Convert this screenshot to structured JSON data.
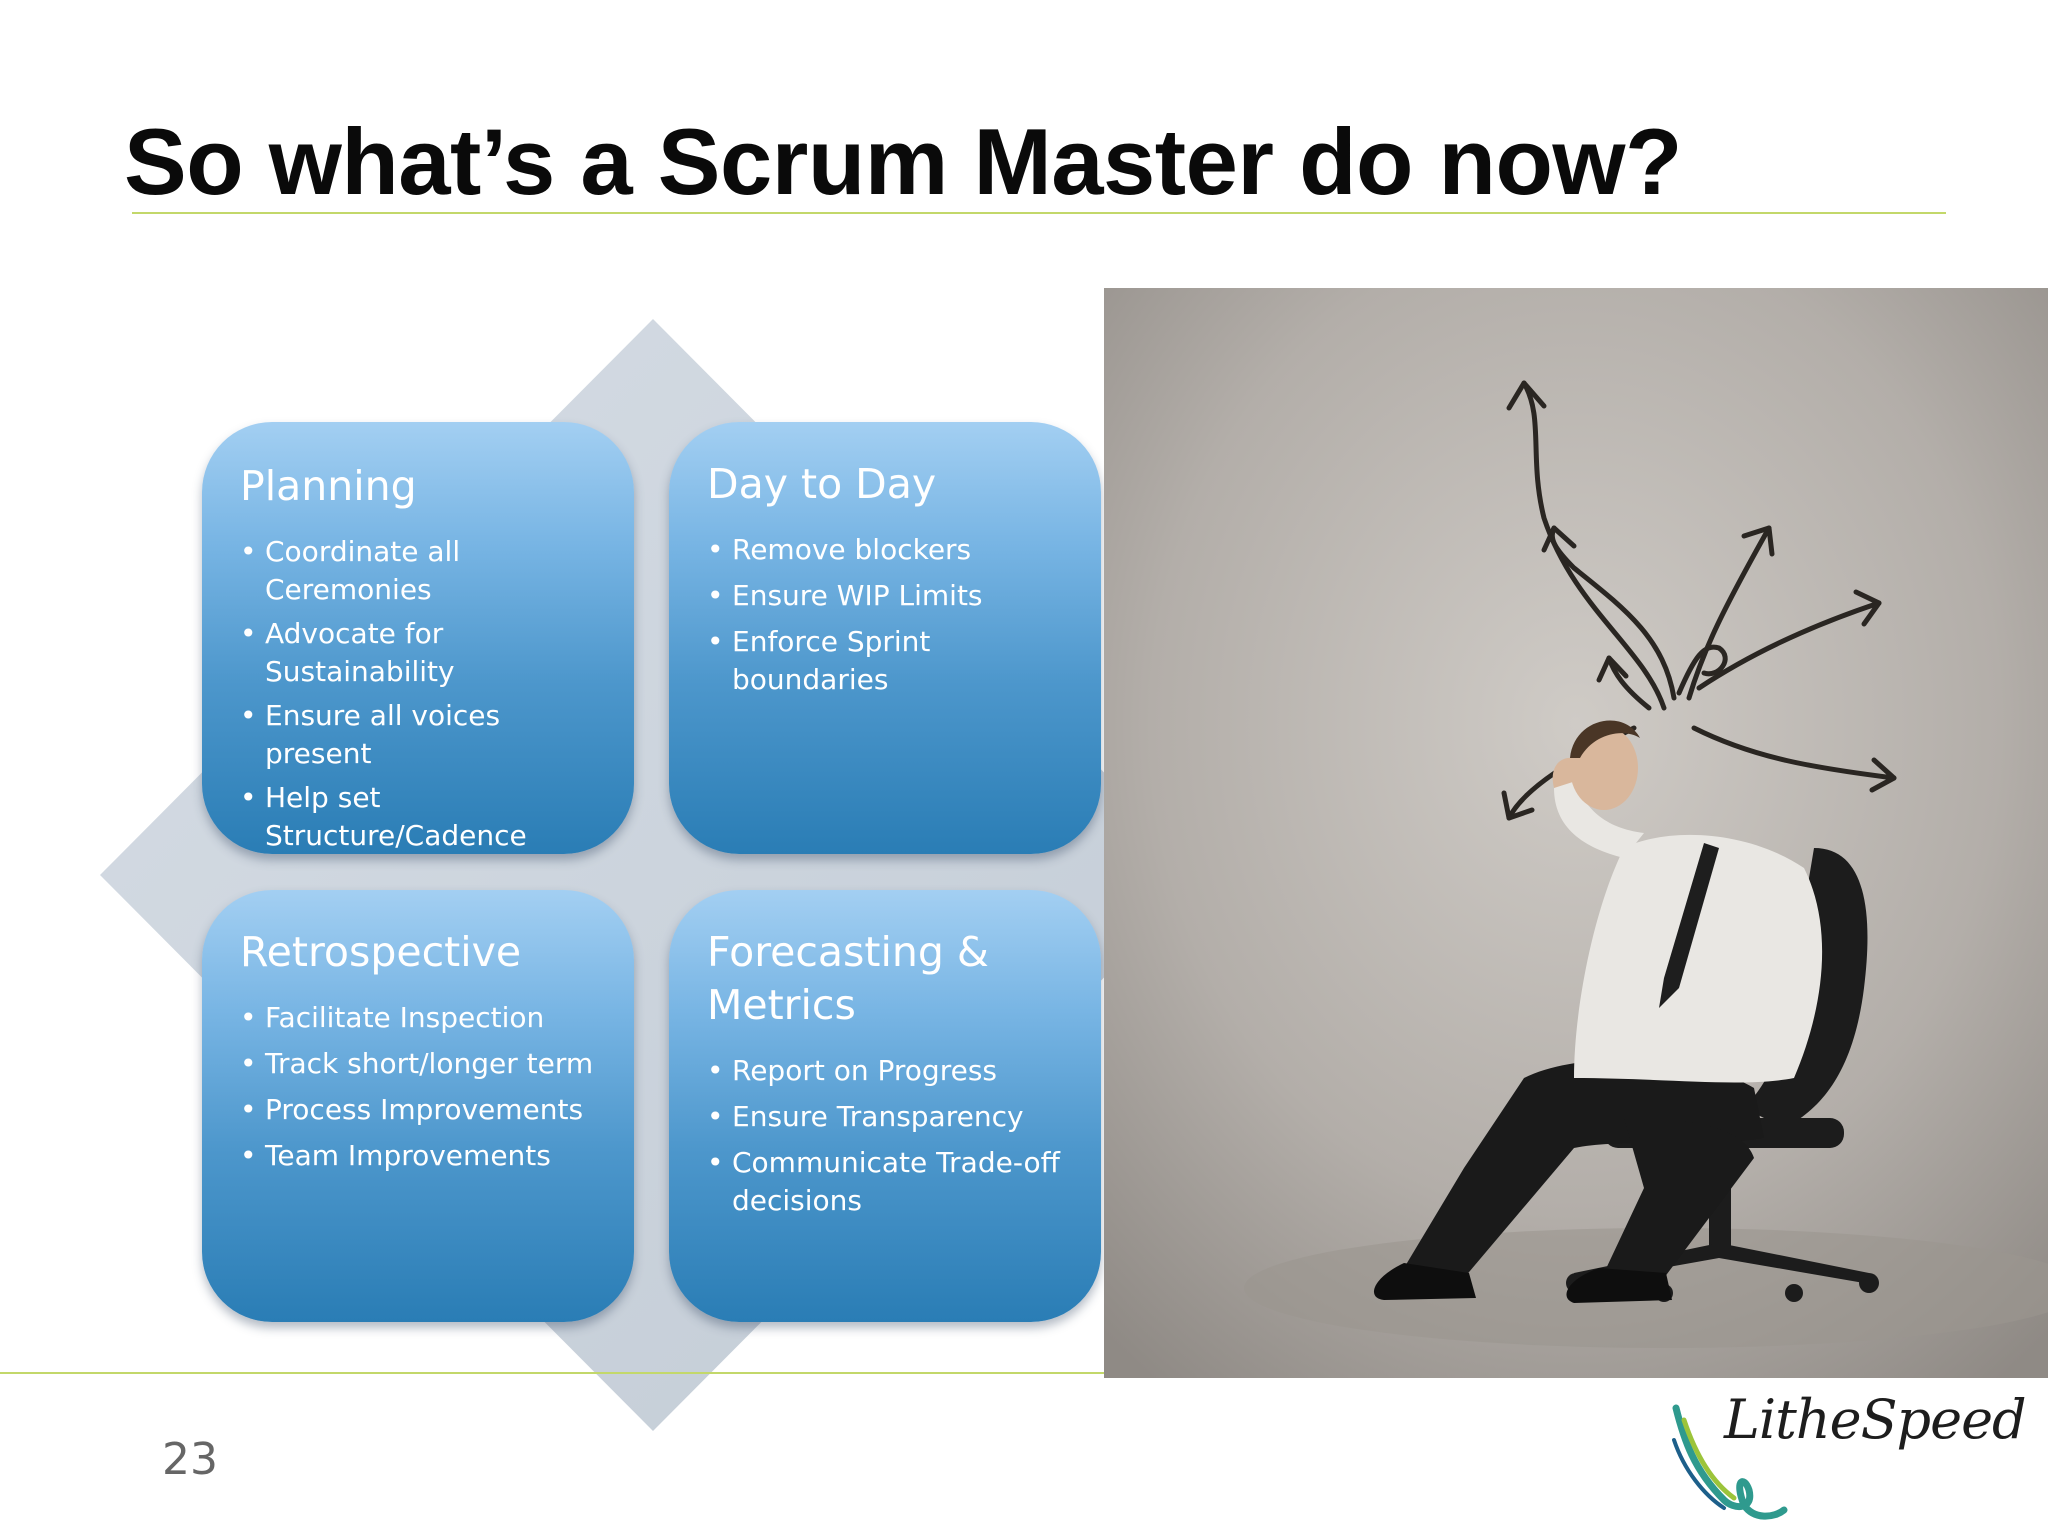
{
  "slide": {
    "title": "So what’s a Scrum Master do now?",
    "page_number": "23"
  },
  "quadrants": {
    "planning": {
      "title": "Planning",
      "items": [
        "Coordinate all Ceremonies",
        "Advocate for Sustainability",
        "Ensure all voices present",
        "Help set Structure/Cadence"
      ]
    },
    "day_to_day": {
      "title": "Day to Day",
      "items": [
        "Remove blockers",
        "Ensure WIP Limits",
        "Enforce Sprint boundaries"
      ]
    },
    "retrospective": {
      "title": "Retrospective",
      "items": [
        "Facilitate Inspection",
        "Track short/longer term",
        "Process Improvements",
        "Team Improvements"
      ]
    },
    "forecasting": {
      "title": "Forecasting & Metrics",
      "items": [
        "Report on Progress",
        "Ensure Transparency",
        "Communicate Trade-off decisions"
      ]
    }
  },
  "logo": {
    "text": "LitheSpeed"
  },
  "colors": {
    "accent_rule": "#c3d86a",
    "quad_top": "#a3cff2",
    "quad_bottom": "#2a7db5",
    "diamond": "#cdd5de"
  }
}
